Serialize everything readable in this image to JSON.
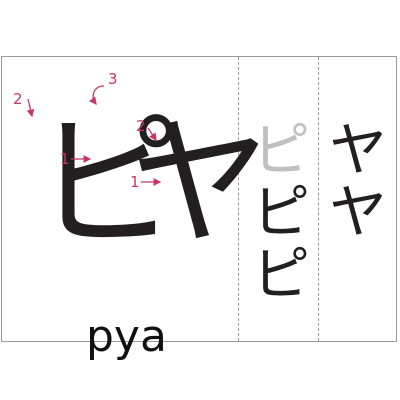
{
  "main": {
    "kana_pi": "ピ",
    "kana_ya": "ヤ",
    "romaji": "pya"
  },
  "stroke_order": {
    "pi_2": "2",
    "pi_3": "3",
    "pi_1": "1",
    "ya_2": "2",
    "ya_1": "1"
  },
  "practice": {
    "pi_column": [
      "ピ",
      "ピ",
      "ピ"
    ],
    "ya_column": [
      "ヤ",
      "ヤ"
    ]
  },
  "colors": {
    "stroke_mark": "#c8356b",
    "guide_gray": "#c0c0c0",
    "ink": "#231f20"
  }
}
